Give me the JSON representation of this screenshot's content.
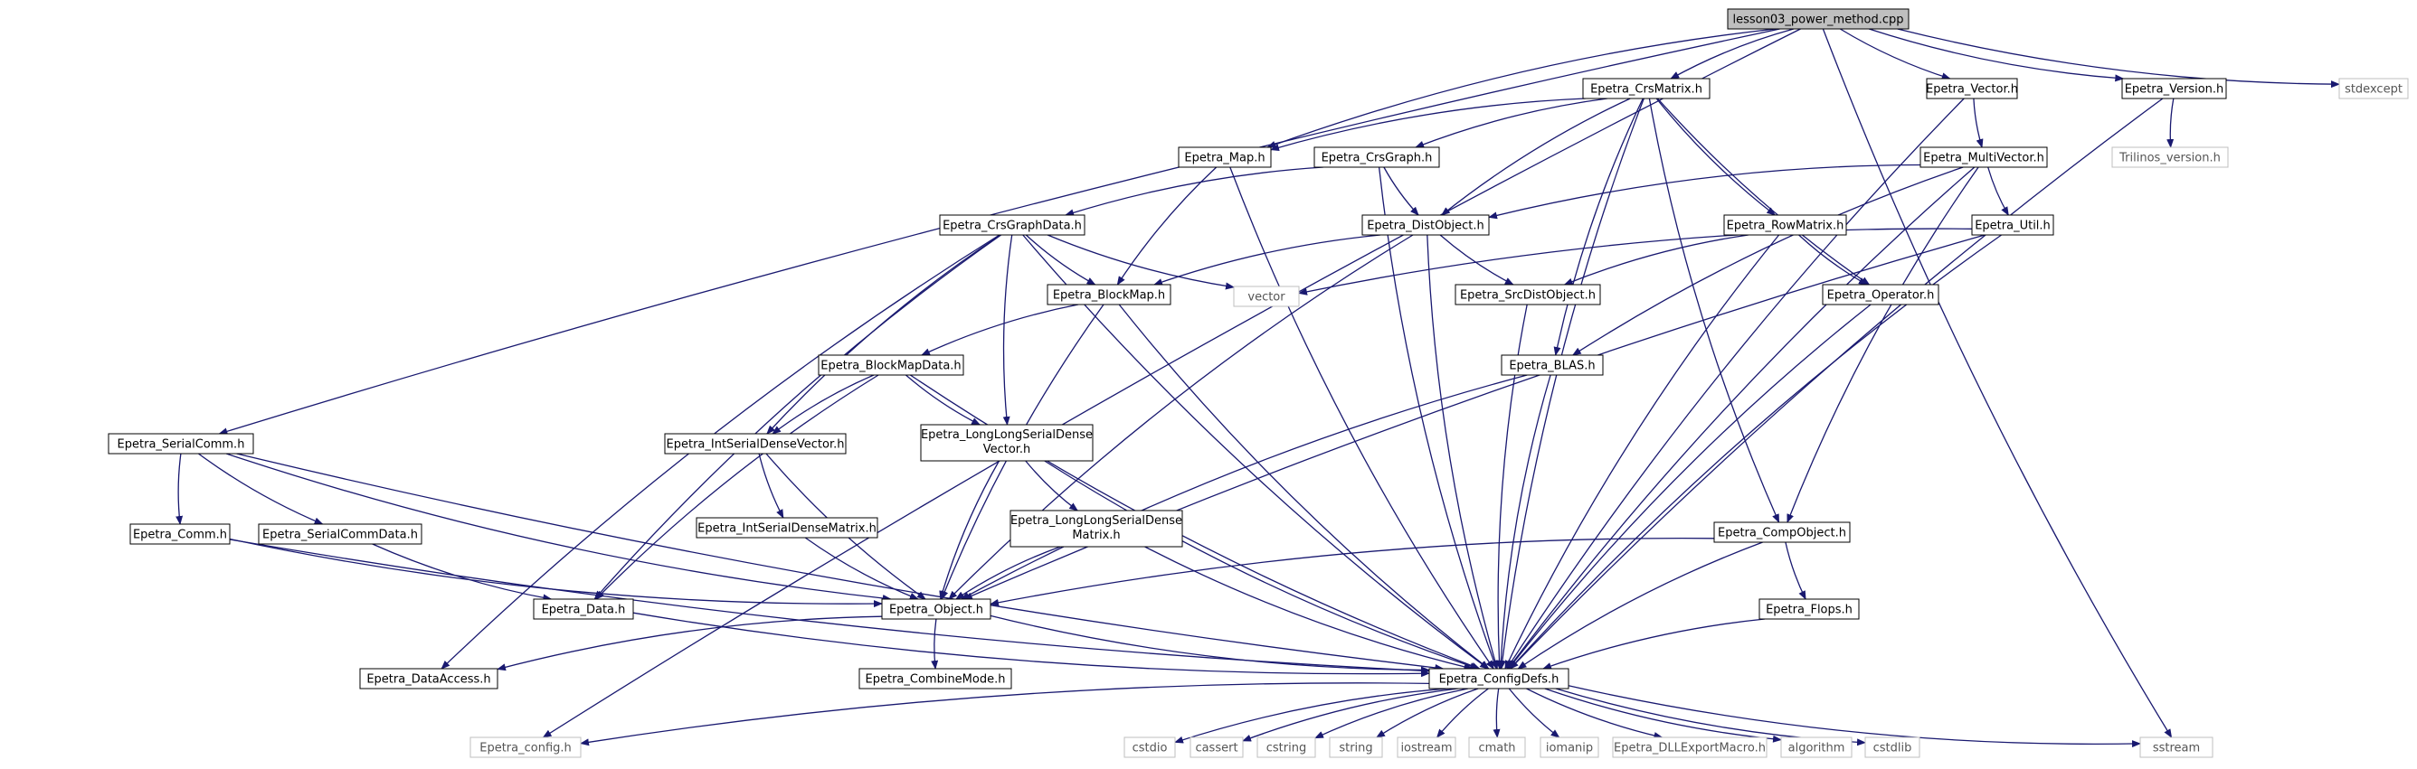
{
  "diagram": {
    "nodes": [
      {
        "id": "root",
        "label": "lesson03_power_method.cpp",
        "style": "root"
      },
      {
        "id": "crsmatrix",
        "label": "Epetra_CrsMatrix.h",
        "style": "normal"
      },
      {
        "id": "vector",
        "label": "Epetra_Vector.h",
        "style": "normal"
      },
      {
        "id": "version",
        "label": "Epetra_Version.h",
        "style": "normal"
      },
      {
        "id": "stdexcept",
        "label": "stdexcept",
        "style": "system"
      },
      {
        "id": "map",
        "label": "Epetra_Map.h",
        "style": "normal"
      },
      {
        "id": "crsgraph",
        "label": "Epetra_CrsGraph.h",
        "style": "normal"
      },
      {
        "id": "multivector",
        "label": "Epetra_MultiVector.h",
        "style": "normal"
      },
      {
        "id": "trilinos",
        "label": "Trilinos_version.h",
        "style": "system"
      },
      {
        "id": "crsgraphdata",
        "label": "Epetra_CrsGraphData.h",
        "style": "normal"
      },
      {
        "id": "distobject",
        "label": "Epetra_DistObject.h",
        "style": "normal"
      },
      {
        "id": "rowmatrix",
        "label": "Epetra_RowMatrix.h",
        "style": "normal"
      },
      {
        "id": "util",
        "label": "Epetra_Util.h",
        "style": "normal"
      },
      {
        "id": "blockmap",
        "label": "Epetra_BlockMap.h",
        "style": "normal"
      },
      {
        "id": "vectorstd",
        "label": "vector",
        "style": "system"
      },
      {
        "id": "srcdistobject",
        "label": "Epetra_SrcDistObject.h",
        "style": "normal"
      },
      {
        "id": "operator",
        "label": "Epetra_Operator.h",
        "style": "normal"
      },
      {
        "id": "blockmapdata",
        "label": "Epetra_BlockMapData.h",
        "style": "normal"
      },
      {
        "id": "blas",
        "label": "Epetra_BLAS.h",
        "style": "normal"
      },
      {
        "id": "serialcomm",
        "label": "Epetra_SerialComm.h",
        "style": "normal"
      },
      {
        "id": "intserialdensevector",
        "label": "Epetra_IntSerialDenseVector.h",
        "style": "normal"
      },
      {
        "id": "longlongserialdensevector",
        "label": "Epetra_LongLongSerialDense\nVector.h",
        "style": "normal"
      },
      {
        "id": "comm",
        "label": "Epetra_Comm.h",
        "style": "normal"
      },
      {
        "id": "serialcommdata",
        "label": "Epetra_SerialCommData.h",
        "style": "normal"
      },
      {
        "id": "intserialdensematrix",
        "label": "Epetra_IntSerialDenseMatrix.h",
        "style": "normal"
      },
      {
        "id": "longlongserialdensematrix",
        "label": "Epetra_LongLongSerialDense\nMatrix.h",
        "style": "normal"
      },
      {
        "id": "compobject",
        "label": "Epetra_CompObject.h",
        "style": "normal"
      },
      {
        "id": "data",
        "label": "Epetra_Data.h",
        "style": "normal"
      },
      {
        "id": "object",
        "label": "Epetra_Object.h",
        "style": "normal"
      },
      {
        "id": "flops",
        "label": "Epetra_Flops.h",
        "style": "normal"
      },
      {
        "id": "dataaccess",
        "label": "Epetra_DataAccess.h",
        "style": "normal"
      },
      {
        "id": "configdefs",
        "label": "Epetra_ConfigDefs.h",
        "style": "normal"
      },
      {
        "id": "combinemode",
        "label": "Epetra_CombineMode.h",
        "style": "normal"
      },
      {
        "id": "config",
        "label": "Epetra_config.h",
        "style": "system"
      },
      {
        "id": "cstdio",
        "label": "cstdio",
        "style": "system"
      },
      {
        "id": "cassert",
        "label": "cassert",
        "style": "system"
      },
      {
        "id": "cstring",
        "label": "cstring",
        "style": "system"
      },
      {
        "id": "string",
        "label": "string",
        "style": "system"
      },
      {
        "id": "iostream",
        "label": "iostream",
        "style": "system"
      },
      {
        "id": "cmath",
        "label": "cmath",
        "style": "system"
      },
      {
        "id": "iomanip",
        "label": "iomanip",
        "style": "system"
      },
      {
        "id": "dllexport",
        "label": "Epetra_DLLExportMacro.h",
        "style": "system"
      },
      {
        "id": "algorithm",
        "label": "algorithm",
        "style": "system"
      },
      {
        "id": "cstdlib",
        "label": "cstdlib",
        "style": "system"
      },
      {
        "id": "sstream",
        "label": "sstream",
        "style": "system"
      }
    ],
    "edges": [
      [
        "root",
        "crsmatrix"
      ],
      [
        "root",
        "vector"
      ],
      [
        "root",
        "version"
      ],
      [
        "root",
        "stdexcept"
      ],
      [
        "root",
        "map"
      ],
      [
        "root",
        "serialcomm"
      ],
      [
        "root",
        "config"
      ],
      [
        "root",
        "sstream"
      ],
      [
        "crsmatrix",
        "map"
      ],
      [
        "crsmatrix",
        "crsgraph"
      ],
      [
        "crsmatrix",
        "distobject"
      ],
      [
        "crsmatrix",
        "rowmatrix"
      ],
      [
        "crsmatrix",
        "operator"
      ],
      [
        "crsmatrix",
        "blas"
      ],
      [
        "crsmatrix",
        "compobject"
      ],
      [
        "crsmatrix",
        "configdefs"
      ],
      [
        "vector",
        "multivector"
      ],
      [
        "vector",
        "configdefs"
      ],
      [
        "version",
        "trilinos"
      ],
      [
        "version",
        "configdefs"
      ],
      [
        "map",
        "blockmap"
      ],
      [
        "map",
        "configdefs"
      ],
      [
        "crsgraph",
        "crsgraphdata"
      ],
      [
        "crsgraph",
        "distobject"
      ],
      [
        "crsgraph",
        "configdefs"
      ],
      [
        "multivector",
        "distobject"
      ],
      [
        "multivector",
        "util"
      ],
      [
        "multivector",
        "blas"
      ],
      [
        "multivector",
        "compobject"
      ],
      [
        "multivector",
        "configdefs"
      ],
      [
        "crsgraphdata",
        "blockmap"
      ],
      [
        "crsgraphdata",
        "vectorstd"
      ],
      [
        "crsgraphdata",
        "dataaccess"
      ],
      [
        "crsgraphdata",
        "data"
      ],
      [
        "crsgraphdata",
        "intserialdensevector"
      ],
      [
        "crsgraphdata",
        "longlongserialdensevector"
      ],
      [
        "crsgraphdata",
        "configdefs"
      ],
      [
        "distobject",
        "blockmap"
      ],
      [
        "distobject",
        "srcdistobject"
      ],
      [
        "distobject",
        "object"
      ],
      [
        "distobject",
        "configdefs"
      ],
      [
        "rowmatrix",
        "srcdistobject"
      ],
      [
        "rowmatrix",
        "operator"
      ],
      [
        "rowmatrix",
        "configdefs"
      ],
      [
        "util",
        "vectorstd"
      ],
      [
        "util",
        "object"
      ],
      [
        "util",
        "configdefs"
      ],
      [
        "blockmap",
        "blockmapdata"
      ],
      [
        "blockmap",
        "object"
      ],
      [
        "blockmap",
        "configdefs"
      ],
      [
        "srcdistobject",
        "configdefs"
      ],
      [
        "operator",
        "configdefs"
      ],
      [
        "blockmapdata",
        "data"
      ],
      [
        "blockmapdata",
        "intserialdensevector"
      ],
      [
        "blockmapdata",
        "longlongserialdensevector"
      ],
      [
        "blockmapdata",
        "configdefs"
      ],
      [
        "blas",
        "object"
      ],
      [
        "blas",
        "configdefs"
      ],
      [
        "serialcomm",
        "comm"
      ],
      [
        "serialcomm",
        "serialcommdata"
      ],
      [
        "serialcomm",
        "object"
      ],
      [
        "serialcomm",
        "configdefs"
      ],
      [
        "intserialdensevector",
        "intserialdensematrix"
      ],
      [
        "intserialdensevector",
        "object"
      ],
      [
        "longlongserialdensevector",
        "longlongserialdensematrix"
      ],
      [
        "longlongserialdensevector",
        "object"
      ],
      [
        "longlongserialdensevector",
        "configdefs"
      ],
      [
        "comm",
        "object"
      ],
      [
        "comm",
        "configdefs"
      ],
      [
        "serialcommdata",
        "data"
      ],
      [
        "intserialdensematrix",
        "object"
      ],
      [
        "longlongserialdensematrix",
        "object"
      ],
      [
        "longlongserialdensematrix",
        "configdefs"
      ],
      [
        "compobject",
        "flops"
      ],
      [
        "compobject",
        "object"
      ],
      [
        "compobject",
        "configdefs"
      ],
      [
        "data",
        "configdefs"
      ],
      [
        "object",
        "dataaccess"
      ],
      [
        "object",
        "combinemode"
      ],
      [
        "object",
        "configdefs"
      ],
      [
        "flops",
        "configdefs"
      ],
      [
        "configdefs",
        "config"
      ],
      [
        "configdefs",
        "cstdio"
      ],
      [
        "configdefs",
        "cassert"
      ],
      [
        "configdefs",
        "cstring"
      ],
      [
        "configdefs",
        "string"
      ],
      [
        "configdefs",
        "iostream"
      ],
      [
        "configdefs",
        "cmath"
      ],
      [
        "configdefs",
        "iomanip"
      ],
      [
        "configdefs",
        "dllexport"
      ],
      [
        "configdefs",
        "algorithm"
      ],
      [
        "configdefs",
        "cstdlib"
      ],
      [
        "configdefs",
        "sstream"
      ]
    ],
    "colors": {
      "edge": "#191970",
      "node_border": "#000000",
      "system_border": "#bfbfbf",
      "system_text": "#555555",
      "root_fill": "#bfbfbf",
      "text": "#000000"
    }
  }
}
